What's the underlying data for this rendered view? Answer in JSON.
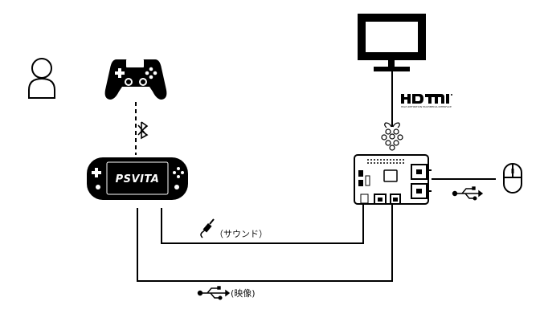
{
  "devices": {
    "user": {
      "icon": "user-icon"
    },
    "controller": {
      "icon": "gamepad-icon"
    },
    "bluetooth": {
      "icon": "bluetooth-icon"
    },
    "handheld": {
      "label": "PSVITA",
      "icon": "psvita-icon"
    },
    "monitor": {
      "icon": "monitor-icon"
    },
    "hdmi": {
      "logo": "HDMI",
      "tagline": "HIGH-DEFINITION MULTIMEDIA INTERFACE"
    },
    "raspberry": {
      "icon": "raspberry-icon"
    },
    "board": {
      "icon": "raspberry-pi-board-icon"
    },
    "mouse": {
      "icon": "mouse-icon"
    }
  },
  "connections": {
    "sound": {
      "label": "（サウンド）",
      "icon": "audio-jack-icon"
    },
    "video": {
      "label": "(映像)",
      "icon": "usb-icon"
    },
    "mouse_usb": {
      "icon": "usb-icon"
    }
  },
  "colors": {
    "stroke": "#000000",
    "background": "#ffffff"
  }
}
